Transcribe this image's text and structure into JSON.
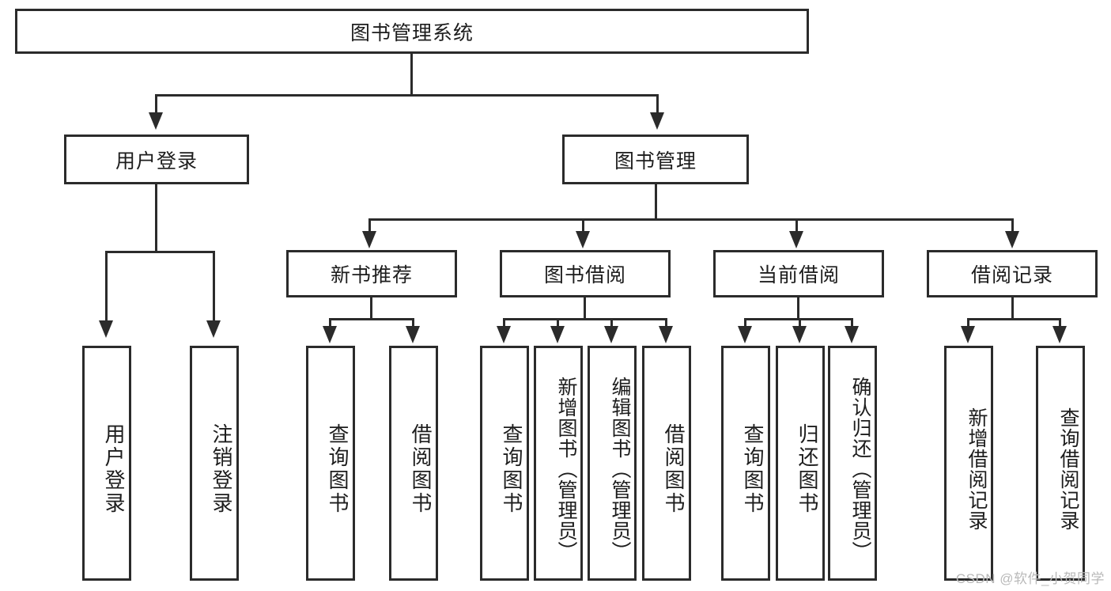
{
  "diagram": {
    "title": "图书管理系统",
    "watermark": "CSDN @软件_小贺同学",
    "colors": {
      "line": "#2b2b2b",
      "box_border": "#2b2b2b",
      "box_fill": "#ffffff",
      "text": "#1d1d1d",
      "watermark": "#b9b9b9",
      "background": "#ffffff"
    },
    "levels": {
      "level1": [
        "图书管理系统"
      ],
      "level2": [
        "用户登录",
        "图书管理"
      ],
      "level3": [
        "新书推荐",
        "图书借阅",
        "当前借阅",
        "借阅记录"
      ],
      "level4": [
        "用户登录",
        "注销登录",
        "查询图书",
        "借阅图书",
        "查询图书",
        "新增图书（管理员）",
        "编辑图书（管理员）",
        "借阅图书",
        "查询图书",
        "归还图书",
        "确认归还（管理员）",
        "新增借阅记录",
        "查询借阅记录"
      ]
    },
    "root": {
      "label": "图书管理系统"
    },
    "branches": [
      {
        "label": "用户登录",
        "children": [
          {
            "label": "用户登录"
          },
          {
            "label": "注销登录"
          }
        ]
      },
      {
        "label": "图书管理",
        "groups": [
          {
            "label": "新书推荐",
            "children": [
              {
                "label": "查询图书"
              },
              {
                "label": "借阅图书"
              }
            ]
          },
          {
            "label": "图书借阅",
            "children": [
              {
                "label": "查询图书"
              },
              {
                "label": "新增图书（管理员）"
              },
              {
                "label": "编辑图书（管理员）"
              },
              {
                "label": "借阅图书"
              }
            ]
          },
          {
            "label": "当前借阅",
            "children": [
              {
                "label": "查询图书"
              },
              {
                "label": "归还图书"
              },
              {
                "label": "确认归还（管理员）"
              }
            ]
          },
          {
            "label": "借阅记录",
            "children": [
              {
                "label": "新增借阅记录"
              },
              {
                "label": "查询借阅记录"
              }
            ]
          }
        ]
      }
    ]
  }
}
